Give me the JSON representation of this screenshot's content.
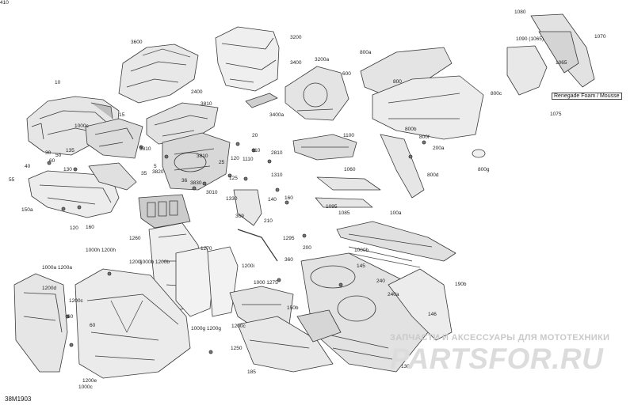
{
  "diagram": {
    "reference_code": "38M1903",
    "foam_note": "Renegade Foam / Mousse",
    "watermark": {
      "tagline": "ЗАПЧАСТИ И АКСЕССУАРЫ ДЛЯ МОТОТЕХНИКИ",
      "logo": "PARTSFOR.RU"
    },
    "callouts": [
      "10",
      "15",
      "1000c",
      "30",
      "40",
      "50",
      "55",
      "60",
      "130",
      "135",
      "150a",
      "120",
      "160",
      "3600",
      "3200",
      "3400",
      "3200a",
      "2400",
      "3810",
      "3810",
      "3820",
      "35",
      "5",
      "3830",
      "3010",
      "20",
      "36",
      "3810",
      "25",
      "2810",
      "110",
      "120",
      "125",
      "1110",
      "140",
      "1310",
      "160",
      "1330",
      "369",
      "1100",
      "1060",
      "1085",
      "1095",
      "210",
      "1295",
      "800a",
      "800",
      "800c",
      "800b",
      "800f",
      "200a",
      "800d",
      "800g",
      "600",
      "3400a",
      "1080",
      "1090 (1065)",
      "1070",
      "1065",
      "1075",
      "100a",
      "1000b",
      "145",
      "240",
      "240a",
      "190b",
      "146",
      "1260",
      "1270",
      "1000h 1200h",
      "1200j",
      "1000b 1200b",
      "1000a 1200a",
      "1200d",
      "1200c",
      "60",
      "60",
      "1200e",
      "1000c",
      "1200c",
      "1000g 1200g",
      "1250",
      "1200i",
      "1000 1275",
      "185",
      "150b",
      "360",
      "1300",
      "200",
      "410"
    ]
  }
}
